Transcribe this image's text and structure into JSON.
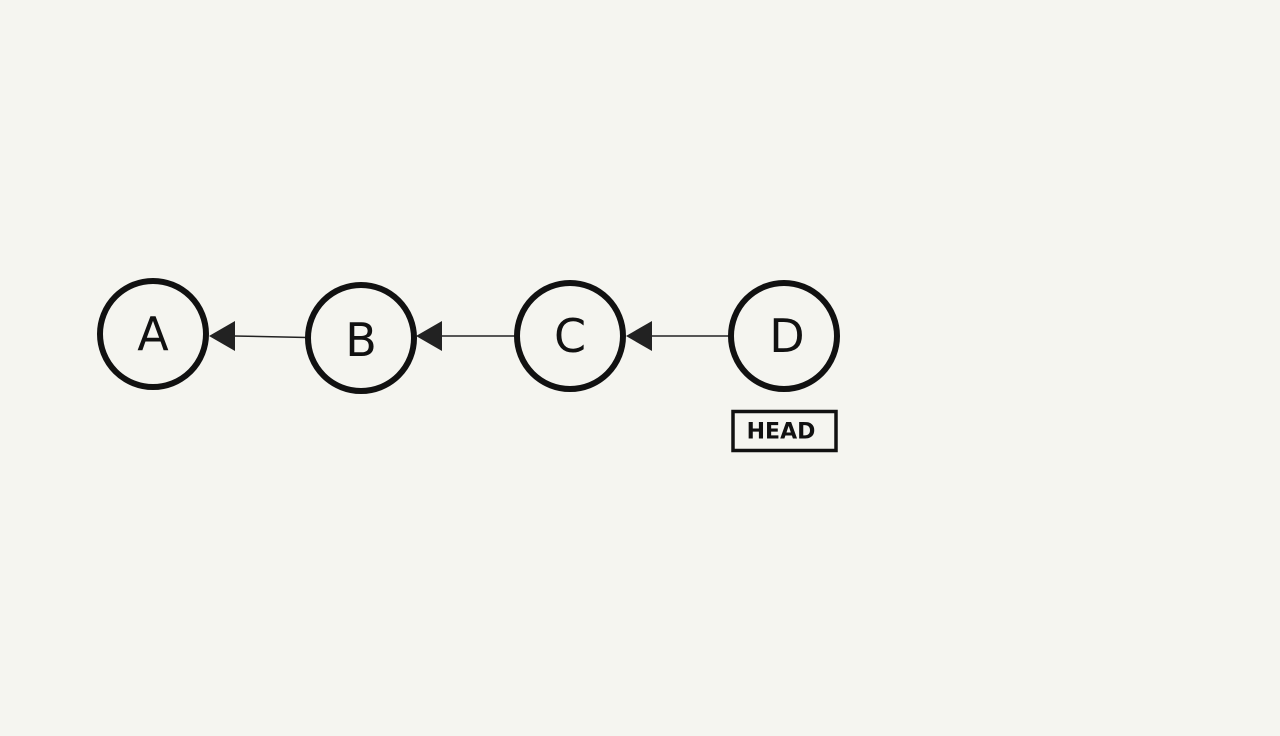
{
  "diagram": {
    "nodes": [
      {
        "id": "A",
        "label": "A"
      },
      {
        "id": "B",
        "label": "B"
      },
      {
        "id": "C",
        "label": "C"
      },
      {
        "id": "D",
        "label": "D"
      }
    ],
    "edges": [
      {
        "from": "B",
        "to": "A"
      },
      {
        "from": "C",
        "to": "B"
      },
      {
        "from": "D",
        "to": "C"
      }
    ],
    "head": {
      "label": "HEAD",
      "points_to": "D"
    }
  }
}
